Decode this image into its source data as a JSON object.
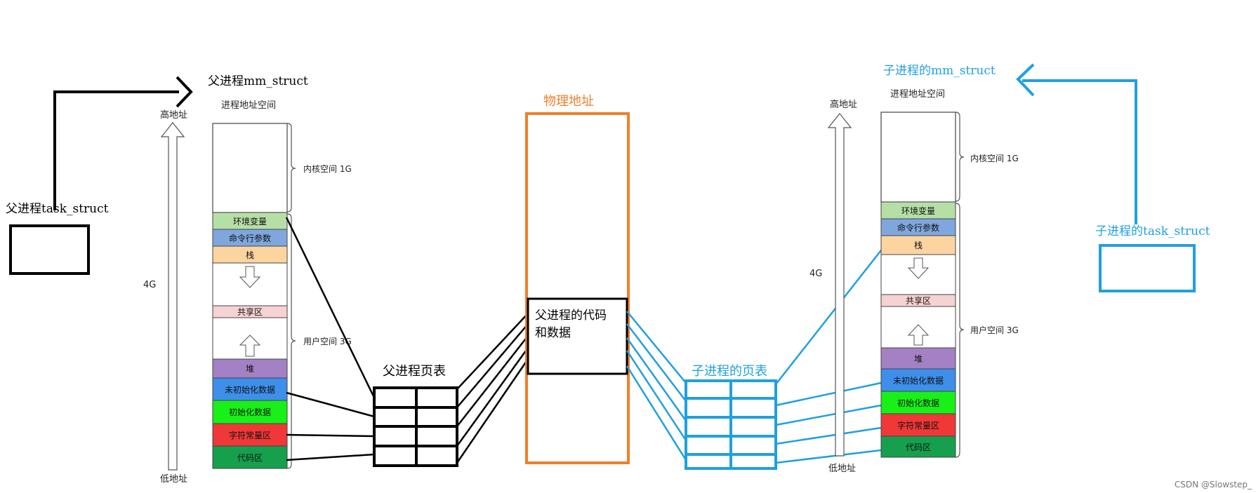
{
  "labels": {
    "parent_mm": "父进程mm_struct",
    "parent_task": "父进程task_struct",
    "child_mm": "子进程的mm_struct",
    "child_task": "子进程的task_struct",
    "physical": "物理地址",
    "parent_code_line1": "父进程的代码",
    "parent_code_line2": "和数据",
    "parent_page_table": "父进程页表",
    "child_page_table": "子进程的页表",
    "watermark": "CSDN @Slowstep_"
  },
  "layout_labels": {
    "address_space": "进程地址空间",
    "high_addr": "高地址",
    "low_addr": "低地址",
    "four_g": "4G",
    "kernel_space": "内核空间 1G",
    "user_space": "用户空间 3G"
  },
  "segments": {
    "env": "环境变量",
    "argv": "命令行参数",
    "stack": "栈",
    "shared": "共享区",
    "heap": "堆",
    "bss": "未初始化数据",
    "data": "初始化数据",
    "rodata": "字符常量区",
    "code": "代码区"
  },
  "colors": {
    "parent": "#000000",
    "child": "#1fa0e0",
    "physical": "#f07f2a",
    "env": "#b6dfa6",
    "argv": "#7fa7de",
    "stack": "#fcd4a0",
    "shared": "#f6d2d2",
    "heap": "#a481c4",
    "bss": "#3e8fea",
    "data": "#18f018",
    "rodata": "#f03838",
    "code": "#16a04e"
  }
}
